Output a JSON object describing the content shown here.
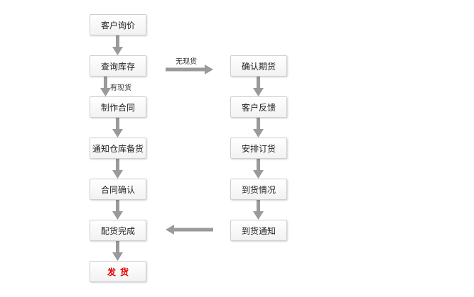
{
  "flow": {
    "left": [
      {
        "id": "inquiry",
        "label": "客户询价"
      },
      {
        "id": "check",
        "label": "查询库存"
      },
      {
        "id": "contract",
        "label": "制作合同"
      },
      {
        "id": "notify_warehouse",
        "label": "通知仓库备货"
      },
      {
        "id": "contract_confirm",
        "label": "合同确认"
      },
      {
        "id": "prepare",
        "label": "配货完成"
      },
      {
        "id": "ship",
        "label": "发货"
      }
    ],
    "right": [
      {
        "id": "confirm_date",
        "label": "确认期货"
      },
      {
        "id": "feedback",
        "label": "客户反馈"
      },
      {
        "id": "arrange",
        "label": "安排订货"
      },
      {
        "id": "arrival",
        "label": "到货情况"
      },
      {
        "id": "arrival_notice",
        "label": "到货通知"
      }
    ],
    "edge_labels": {
      "no_stock": "无现货",
      "in_stock": "有现货"
    },
    "colors": {
      "arrow": "#9a9a9a",
      "ship_text": "#e00000"
    }
  }
}
